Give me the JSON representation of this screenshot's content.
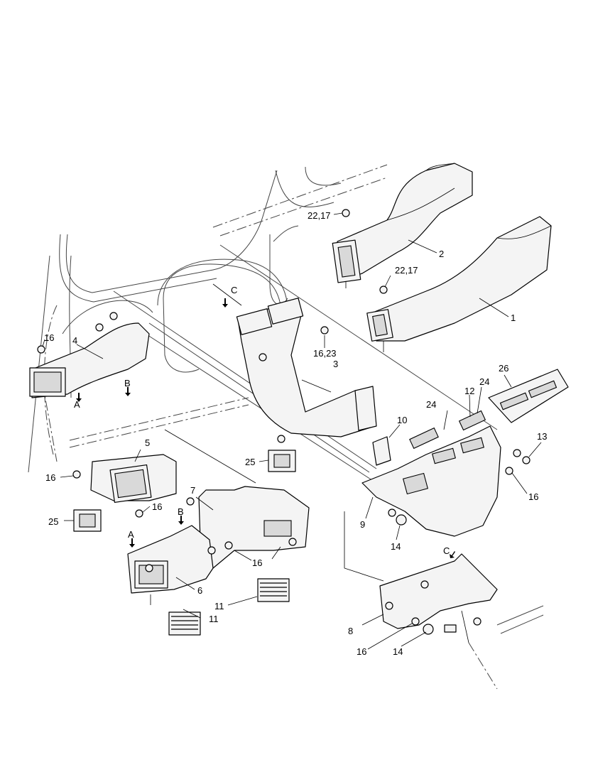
{
  "diagram": {
    "callouts": [
      {
        "id": "c1",
        "text": "1"
      },
      {
        "id": "c2",
        "text": "2"
      },
      {
        "id": "c3",
        "text": "3"
      },
      {
        "id": "c4",
        "text": "4"
      },
      {
        "id": "c5",
        "text": "5"
      },
      {
        "id": "c6",
        "text": "6"
      },
      {
        "id": "c7",
        "text": "7"
      },
      {
        "id": "c8",
        "text": "8"
      },
      {
        "id": "c9",
        "text": "9"
      },
      {
        "id": "c10",
        "text": "10"
      },
      {
        "id": "c11a",
        "text": "11"
      },
      {
        "id": "c11b",
        "text": "11"
      },
      {
        "id": "c12",
        "text": "12"
      },
      {
        "id": "c13",
        "text": "13"
      },
      {
        "id": "c14a",
        "text": "14"
      },
      {
        "id": "c14b",
        "text": "14"
      },
      {
        "id": "c16a",
        "text": "16"
      },
      {
        "id": "c16b",
        "text": "16"
      },
      {
        "id": "c16c",
        "text": "16"
      },
      {
        "id": "c16d",
        "text": "16"
      },
      {
        "id": "c16e",
        "text": "16"
      },
      {
        "id": "c16f",
        "text": "16"
      },
      {
        "id": "c1623",
        "text": "16,23"
      },
      {
        "id": "c2217a",
        "text": "22,17"
      },
      {
        "id": "c2217b",
        "text": "22,17"
      },
      {
        "id": "c24a",
        "text": "24"
      },
      {
        "id": "c24b",
        "text": "24"
      },
      {
        "id": "c25a",
        "text": "25"
      },
      {
        "id": "c25b",
        "text": "25"
      },
      {
        "id": "c26",
        "text": "26"
      }
    ],
    "view_markers": [
      {
        "id": "vA1",
        "text": "A"
      },
      {
        "id": "vA2",
        "text": "A"
      },
      {
        "id": "vB1",
        "text": "B"
      },
      {
        "id": "vB2",
        "text": "B"
      },
      {
        "id": "vC1",
        "text": "C"
      },
      {
        "id": "vC2",
        "text": "C"
      }
    ]
  }
}
